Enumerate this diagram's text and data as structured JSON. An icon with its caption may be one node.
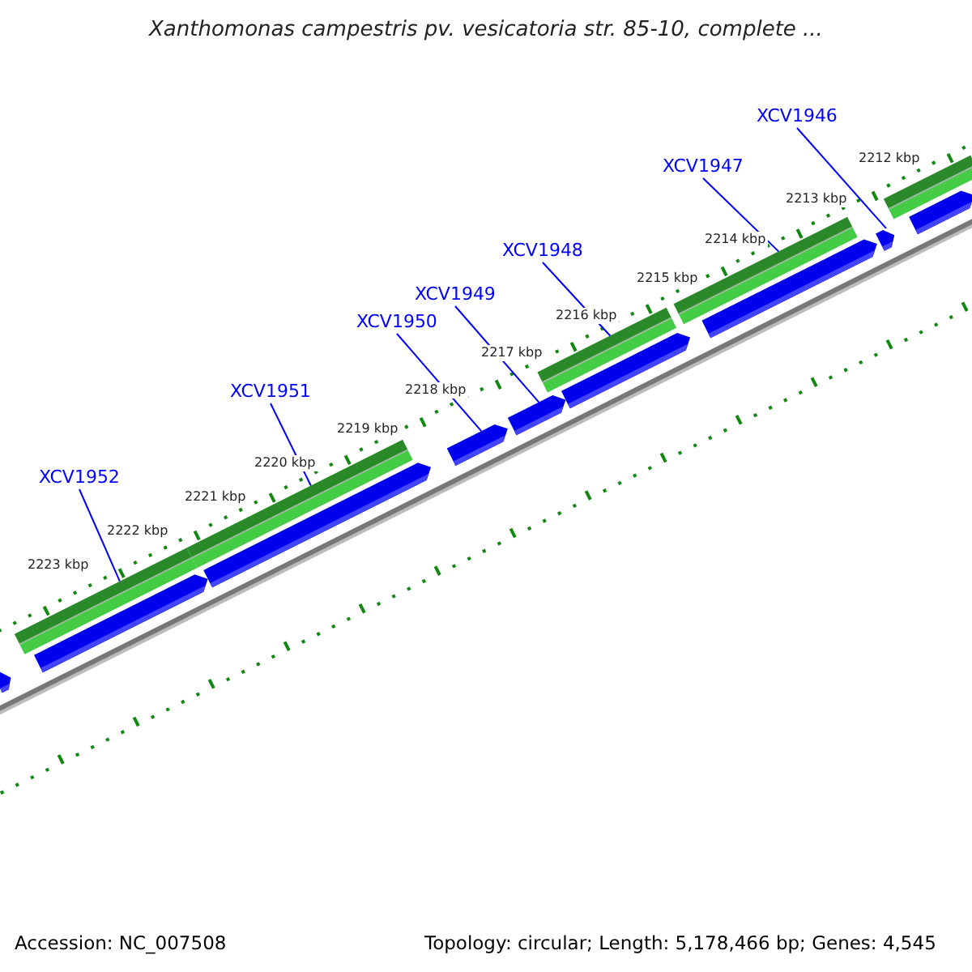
{
  "diagram": {
    "title": "Xanthomonas campestris pv. vesicatoria str. 85-10, complete ...",
    "nodes": [
      {
        "text": [
          "XCV1946"
        ]
      },
      {
        "text": [
          "XCV1947"
        ]
      },
      {
        "text": [
          "XCV1948"
        ]
      },
      {
        "text": [
          "XCV1949"
        ]
      },
      {
        "text": [
          "XCV1950"
        ]
      },
      {
        "text": [
          "XCV1951"
        ]
      },
      {
        "text": [
          "XCV1952"
        ]
      },
      {
        "text": [],
        "shape": "box"
      },
      {
        "text": [],
        "shape": "box"
      },
      {
        "text": [],
        "shape": "box"
      },
      {
        "text": [],
        "shape": "box"
      },
      {
        "text": [],
        "shape": "box"
      },
      {
        "text": [],
        "shape": "box"
      },
      {
        "text": [],
        "shape": "box"
      },
      {
        "text": [],
        "shape": "box"
      },
      {
        "text": [],
        "shape": "box"
      },
      {
        "text": [],
        "shape": "bar"
      },
      {
        "text": [],
        "shape": "bar"
      },
      {
        "text": [],
        "shape": "bar"
      },
      {
        "text": [],
        "shape": "bar"
      },
      {
        "text": [],
        "shape": "bar"
      }
    ],
    "edges": [
      {
        "from": 0,
        "to": 14,
        "arrow": "none"
      },
      {
        "from": 1,
        "to": 19,
        "arrow": "none"
      },
      {
        "from": 2,
        "to": 18,
        "arrow": "none"
      },
      {
        "from": 3,
        "to": 11,
        "arrow": "none"
      },
      {
        "from": 4,
        "to": 10,
        "arrow": "none"
      },
      {
        "from": 5,
        "to": 17,
        "arrow": "none"
      },
      {
        "from": 6,
        "to": 16,
        "arrow": "none"
      }
    ],
    "labels": [
      "2212 kbp",
      "2213 kbp",
      "2214 kbp",
      "2215 kbp",
      "2216 kbp",
      "2217 kbp",
      "2218 kbp",
      "2219 kbp",
      "2220 kbp",
      "2221 kbp",
      "2222 kbp",
      "2223 kbp",
      "Accession: NC_007508",
      "Topology: circular; Length: 5,178,466 bp; Genes: 4,545"
    ]
  }
}
